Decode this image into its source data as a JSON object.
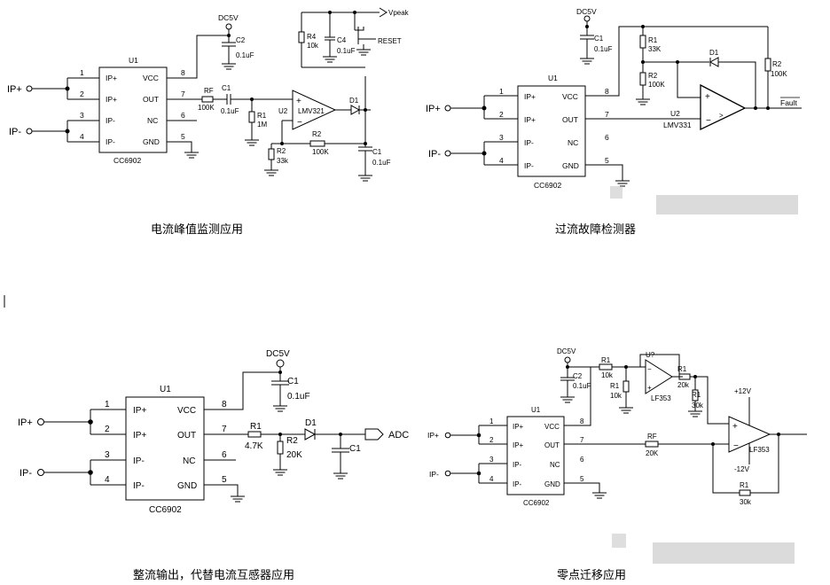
{
  "captions": {
    "c1": "电流峰值监测应用",
    "c2": "过流故障检测器",
    "c3": "整流输出，代替电流互感器应用",
    "c4": "零点迁移应用"
  },
  "chip": {
    "name": "U1",
    "part": "CC6902",
    "pins_left": [
      "IP+",
      "IP+",
      "IP-",
      "IP-"
    ],
    "pins_right": [
      "VCC",
      "OUT",
      "NC",
      "GND"
    ],
    "pin_nums_left": [
      "1",
      "2",
      "3",
      "4"
    ],
    "pin_nums_right": [
      "8",
      "7",
      "6",
      "5"
    ]
  },
  "inputs": {
    "ip_plus": "IP+",
    "ip_minus": "IP-"
  },
  "supply": "DC5V",
  "c1_diagram": {
    "c2": "C2",
    "c2_val": "0.1uF",
    "rf": "RF",
    "rf_val": "100K",
    "c1": "C1",
    "c1_val": "0.1uF",
    "r1": "R1",
    "r1_val": "1M",
    "u2": "U2",
    "opamp": "LMV321",
    "r2": "R2",
    "r2_val": "33k",
    "r2b": "R2",
    "r2b_val": "100K",
    "d1": "D1",
    "c1b": "C1",
    "c1b_val": "0.1uF",
    "r4": "R4",
    "r4_val": "10k",
    "c4": "C4",
    "c4_val": "0.1uF",
    "reset": "RESET",
    "vpeak": "Vpeak"
  },
  "c2_diagram": {
    "c1": "C1",
    "c1_val": "0.1uF",
    "r1": "R1",
    "r1_val": "33K",
    "r2": "R2",
    "r2_val": "100K",
    "d1": "D1",
    "r2b": "R2",
    "r2b_val": "100K",
    "u2": "U2",
    "opamp": "LMV331",
    "fault": "Fault"
  },
  "c3_diagram": {
    "c1": "C1",
    "c1_val": "0.1uF",
    "r1": "R1",
    "r1_val": "4.7K",
    "r2": "R2",
    "r2_val": "20K",
    "d1": "D1",
    "c1b": "C1",
    "adc": "ADC"
  },
  "c4_diagram": {
    "c2": "C2",
    "c2_val": "0.1uF",
    "r1a": "R1",
    "r1a_val": "10k",
    "r1b": "R1",
    "r1b_val": "10k",
    "u": "U?",
    "opamp": "LF353",
    "r1c": "R1",
    "r1c_val": "20k",
    "r1d": "R1",
    "r1d_val": "30k",
    "rf": "RF",
    "rf_val": "20K",
    "vpos": "+12V",
    "vneg": "-12V",
    "opamp2": "LF353",
    "r1e": "R1",
    "r1e_val": "30k"
  }
}
